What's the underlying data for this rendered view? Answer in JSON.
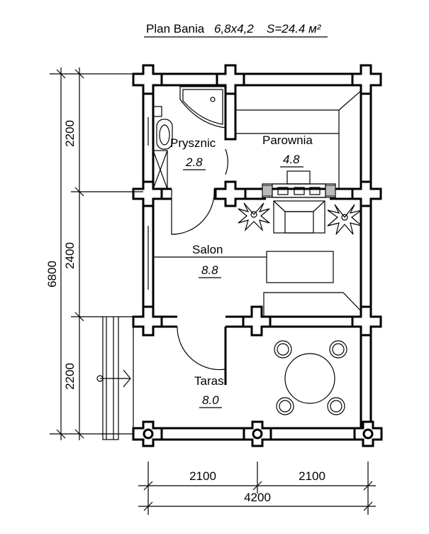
{
  "title": {
    "prefix": "Plan Bania",
    "size": "6,8x4,2",
    "area_label": "S=24.4 м²"
  },
  "rooms": [
    {
      "name": "Prysznic",
      "area": "2.8"
    },
    {
      "name": "Parownia",
      "area": "4.8"
    },
    {
      "name": "Salon",
      "area": "8.8"
    },
    {
      "name": "Taras",
      "area": "8.0"
    }
  ],
  "dimensions": {
    "vertical_total": "6800",
    "vertical_segments": [
      "2200",
      "2400",
      "2200"
    ],
    "horizontal_segments": [
      "2100",
      "2100"
    ],
    "horizontal_total": "4200"
  }
}
